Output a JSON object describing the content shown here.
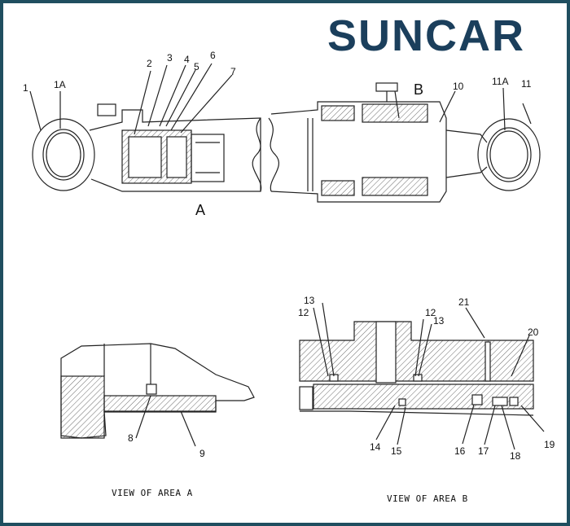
{
  "logo": {
    "text": "SUNCAR",
    "color": "#1b3f5c",
    "accent": "#1aa3b8"
  },
  "frame": {
    "border_color": "#1f4e5f"
  },
  "top_view": {
    "area_labels": {
      "a": "A",
      "b": "B"
    },
    "part_labels": {
      "p1": "1",
      "p1a": "1A",
      "p2": "2",
      "p3": "3",
      "p4": "4",
      "p5": "5",
      "p6": "6",
      "p7": "7",
      "p10": "10",
      "p11": "11",
      "p11a": "11A"
    }
  },
  "view_a": {
    "caption": "VIEW OF AREA A",
    "part_labels": {
      "p8": "8",
      "p9": "9"
    }
  },
  "view_b": {
    "caption": "VIEW OF AREA B",
    "part_labels": {
      "p12a": "12",
      "p13a": "13",
      "p12b": "12",
      "p13b": "13",
      "p21": "21",
      "p20": "20",
      "p14": "14",
      "p15": "15",
      "p16": "16",
      "p17": "17",
      "p18": "18",
      "p19": "19"
    }
  }
}
